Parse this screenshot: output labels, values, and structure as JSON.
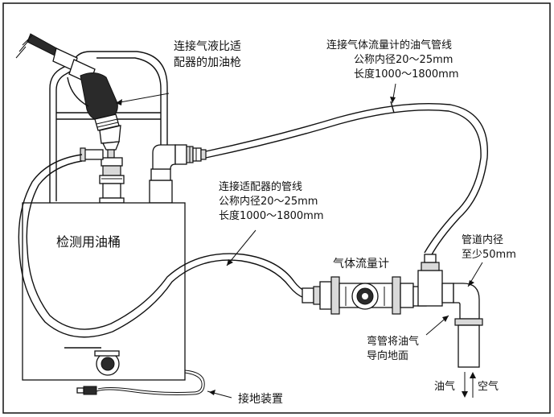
{
  "labels": {
    "nozzle": [
      "连接气液比适",
      "配器的加油枪"
    ],
    "gas_line": [
      "连接气体流量计的油气管线",
      "公称内径20～25mm",
      "长度1000～1800mm"
    ],
    "adapter_line": [
      "连接适配器的管线",
      "公称内径20～25mm",
      "长度1000～1800mm"
    ],
    "tank": "检测用油桶",
    "flowmeter": "气体流量计",
    "pipe_diameter": [
      "管道内径",
      "至少50mm"
    ],
    "elbow": [
      "弯管将油气",
      "导向地面"
    ],
    "outlet_vapor": "油气",
    "outlet_air": "空气",
    "ground": "接地装置"
  },
  "colors": {
    "line": "#111111",
    "background": "#ffffff",
    "metal": "#d9d9d9",
    "dark": "#2a2a2a"
  }
}
